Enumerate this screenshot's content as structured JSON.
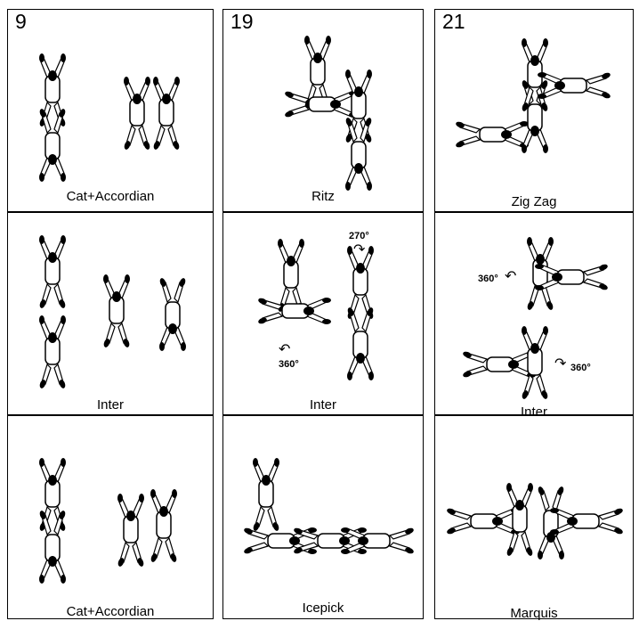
{
  "columns": [
    {
      "number": "9",
      "cells": [
        {
          "caption": "Cat+Accordian"
        },
        {
          "caption": "Inter"
        },
        {
          "caption": "Cat+Accordian"
        }
      ]
    },
    {
      "number": "19",
      "cells": [
        {
          "caption": "Ritz"
        },
        {
          "caption": "Inter",
          "rotations": [
            "270°",
            "360°"
          ]
        },
        {
          "caption": "Icepick"
        }
      ]
    },
    {
      "number": "21",
      "cells": [
        {
          "caption": "Zig Zag"
        },
        {
          "caption": "Inter",
          "rotations": [
            "360°",
            "360°"
          ]
        },
        {
          "caption": "Marquis"
        }
      ]
    }
  ],
  "icons": {
    "skydiver": "skydiver-icon",
    "rotation_arrow": "rotation-arrow-icon"
  }
}
